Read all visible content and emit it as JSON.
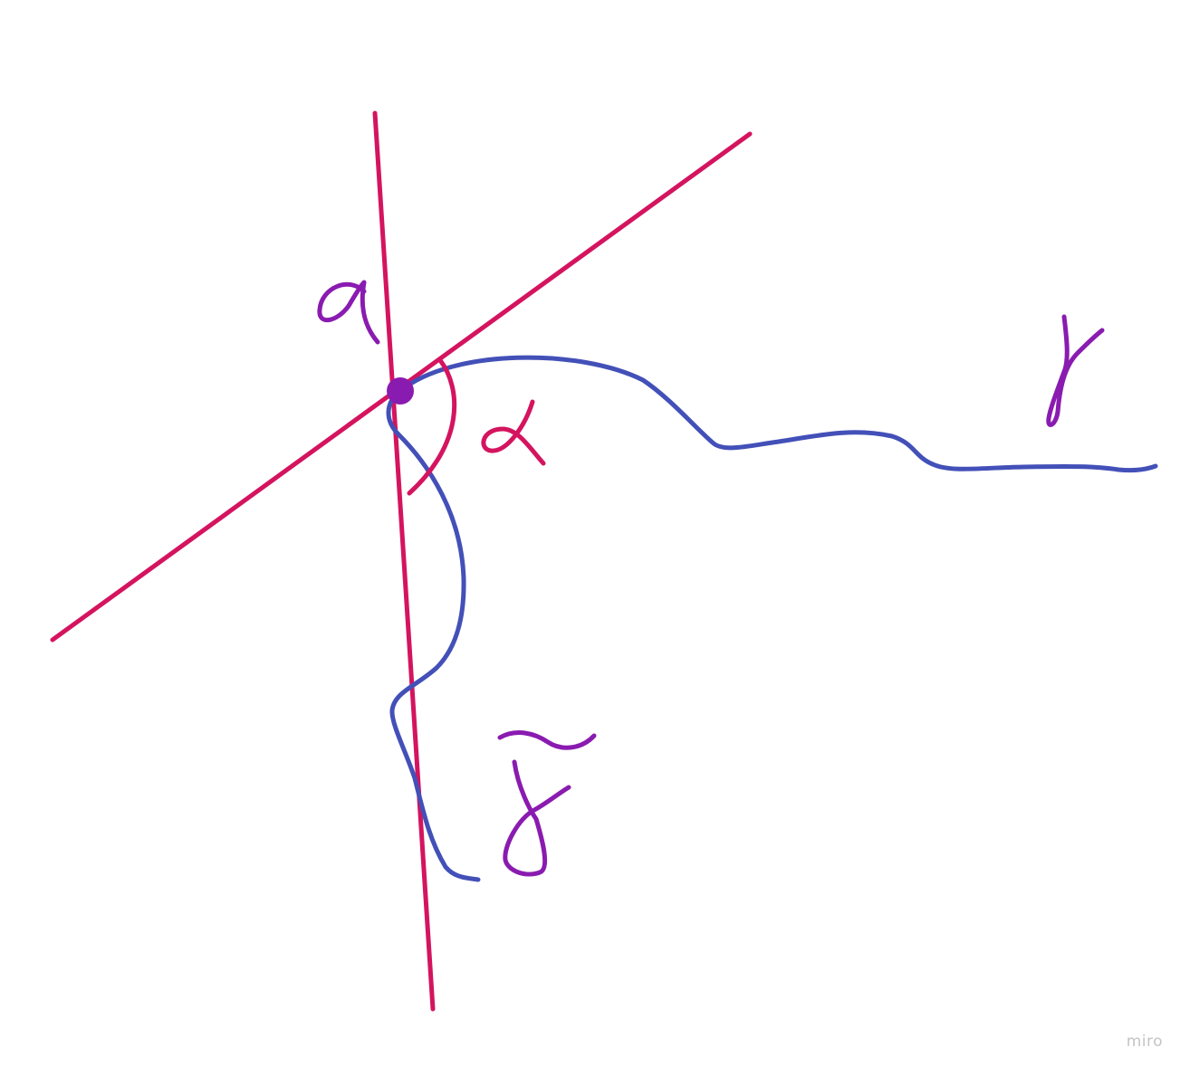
{
  "colors": {
    "background": "#ffffff",
    "tangent_lines": "#d4145f",
    "curve": "#4350b8",
    "labels": "#8a1bb0",
    "angle_mark": "#d4145f",
    "point": "#8a1bb0",
    "watermark": "#c4c4c4"
  },
  "labels": {
    "point": "a",
    "angle": "α",
    "curve": "γ",
    "curve_tilde": "γ̃"
  },
  "watermark": {
    "text": "miro"
  }
}
